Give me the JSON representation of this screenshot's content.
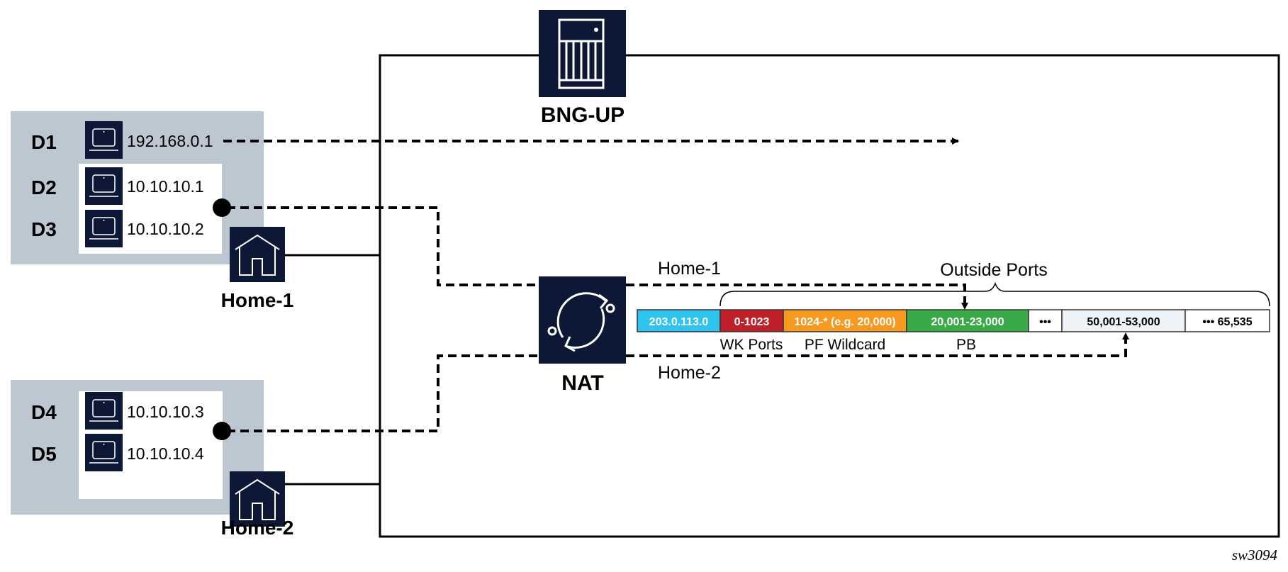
{
  "colors": {
    "icon_bg": "#0d1836",
    "panel_gray": "#bdc7d1",
    "ip_blue": "#2ec4ef",
    "wk_red": "#c0202a",
    "pf_orange": "#f7991e",
    "pb_green": "#3aaa48",
    "block_light": "#eef3f8"
  },
  "bng": {
    "label": "BNG-UP",
    "icon": "server-chassis-icon"
  },
  "nat": {
    "label": "NAT",
    "icon": "nat-cycle-icon"
  },
  "homes": [
    {
      "label": "Home-1",
      "icon": "home-icon",
      "path_label": "Home-1",
      "devices": [
        {
          "name": "D1",
          "ip": "192.168.0.1",
          "icon": "laptop-icon"
        },
        {
          "name": "D2",
          "ip": "10.10.10.1",
          "icon": "laptop-icon"
        },
        {
          "name": "D3",
          "ip": "10.10.10.2",
          "icon": "laptop-icon"
        }
      ]
    },
    {
      "label": "Home-2",
      "icon": "home-icon",
      "path_label": "Home-2",
      "devices": [
        {
          "name": "D4",
          "ip": "10.10.10.3",
          "icon": "laptop-icon"
        },
        {
          "name": "D5",
          "ip": "10.10.10.4",
          "icon": "laptop-icon"
        }
      ]
    }
  ],
  "port_bar": {
    "title": "Outside Ports",
    "segments": [
      {
        "text": "203.0.113.0",
        "kind": "ip"
      },
      {
        "text": "0-1023",
        "kind": "wk"
      },
      {
        "text": "1024-* (e.g. 20,000)",
        "kind": "pf"
      },
      {
        "text": "20,001-23,000",
        "kind": "pb"
      },
      {
        "text": "•••",
        "kind": "gap"
      },
      {
        "text": "50,001-53,000",
        "kind": "block"
      },
      {
        "text": "••• 65,535",
        "kind": "end"
      }
    ],
    "captions": {
      "wk": "WK Ports",
      "pf": "PF Wildcard",
      "pb": "PB"
    }
  },
  "figure_tag": "sw3094"
}
